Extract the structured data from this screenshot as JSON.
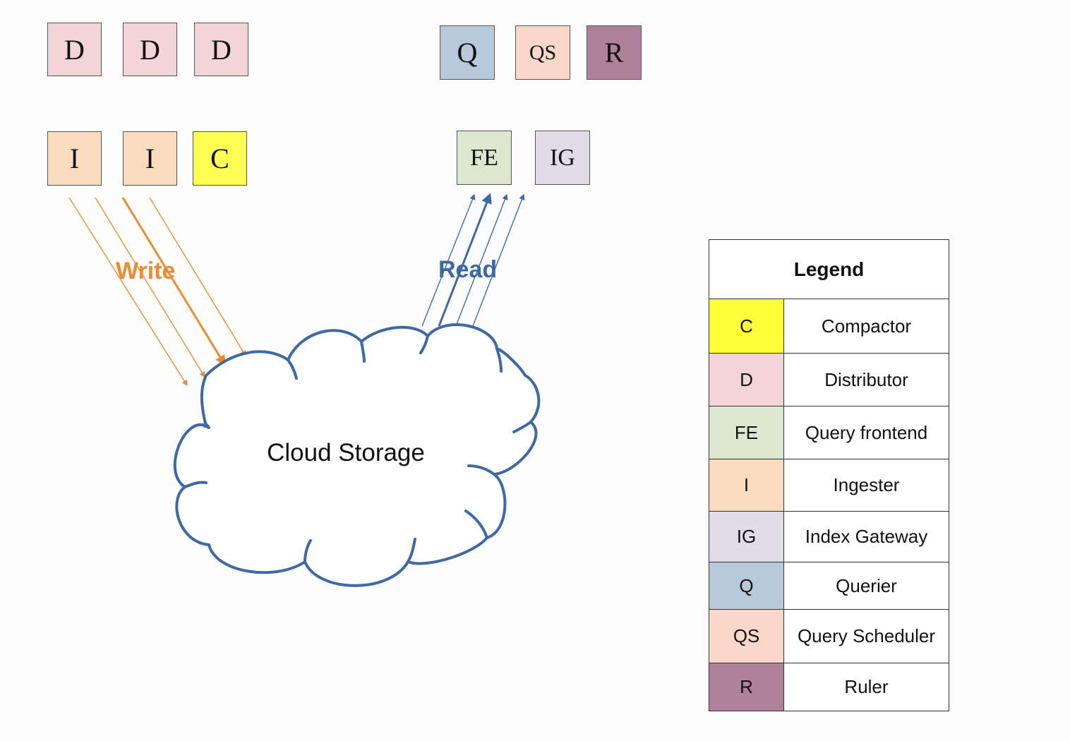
{
  "write_nodes": {
    "distributors": [
      {
        "label": "D",
        "color": "#f2d4d9"
      },
      {
        "label": "D",
        "color": "#f2d4d9"
      },
      {
        "label": "D",
        "color": "#f2d4d9"
      }
    ],
    "ingesters": [
      {
        "label": "I",
        "color": "#f9dbbd"
      },
      {
        "label": "I",
        "color": "#f9dbbd"
      }
    ],
    "compactor": {
      "label": "C",
      "color": "#ffff55"
    }
  },
  "read_nodes": {
    "querier": {
      "label": "Q",
      "color": "#b9c9dc"
    },
    "query_scheduler": {
      "label": "QS",
      "color": "#fbd7ca"
    },
    "ruler": {
      "label": "R",
      "color": "#b0819d"
    },
    "query_frontend": {
      "label": "FE",
      "color": "#dde7cf"
    },
    "index_gateway": {
      "label": "IG",
      "color": "#e1dce7"
    }
  },
  "cloud": {
    "label": "Cloud Storage",
    "stroke_color": "#3f69a6"
  },
  "flows": {
    "write": {
      "label": "Write",
      "color": "#ef8a30"
    },
    "read": {
      "label": "Read",
      "color": "#3f69a6"
    }
  },
  "legend": {
    "title": "Legend",
    "items": [
      {
        "code": "C",
        "name": "Compactor",
        "color": "#ffff3a"
      },
      {
        "code": "D",
        "name": "Distributor",
        "color": "#f3d4d9"
      },
      {
        "code": "FE",
        "name": "Query frontend",
        "color": "#dde7cf"
      },
      {
        "code": "I",
        "name": "Ingester",
        "color": "#f9dbbd"
      },
      {
        "code": "IG",
        "name": "Index Gateway",
        "color": "#e1dce7"
      },
      {
        "code": "Q",
        "name": "Querier",
        "color": "#b9c9dc"
      },
      {
        "code": "QS",
        "name": "Query Scheduler",
        "color": "#fbd7ca"
      },
      {
        "code": "R",
        "name": "Ruler",
        "color": "#b0819d"
      }
    ]
  }
}
